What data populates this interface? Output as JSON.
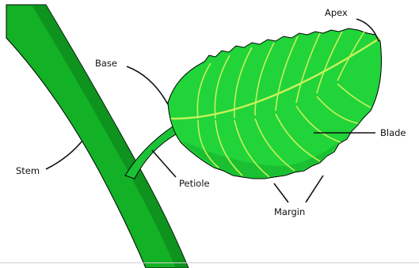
{
  "labels": {
    "apex": "Apex",
    "base": "Base",
    "blade": "Blade",
    "stem": "Stem",
    "petiole": "Petiole",
    "margin": "Margin"
  },
  "colors": {
    "stem": "#13b126",
    "stem_dark": "#0a7a18",
    "blade": "#21d43a",
    "blade_dark": "#0f9a22",
    "veins": "#c7f25a",
    "petiole": "#1cc236",
    "outline": "#000000"
  }
}
